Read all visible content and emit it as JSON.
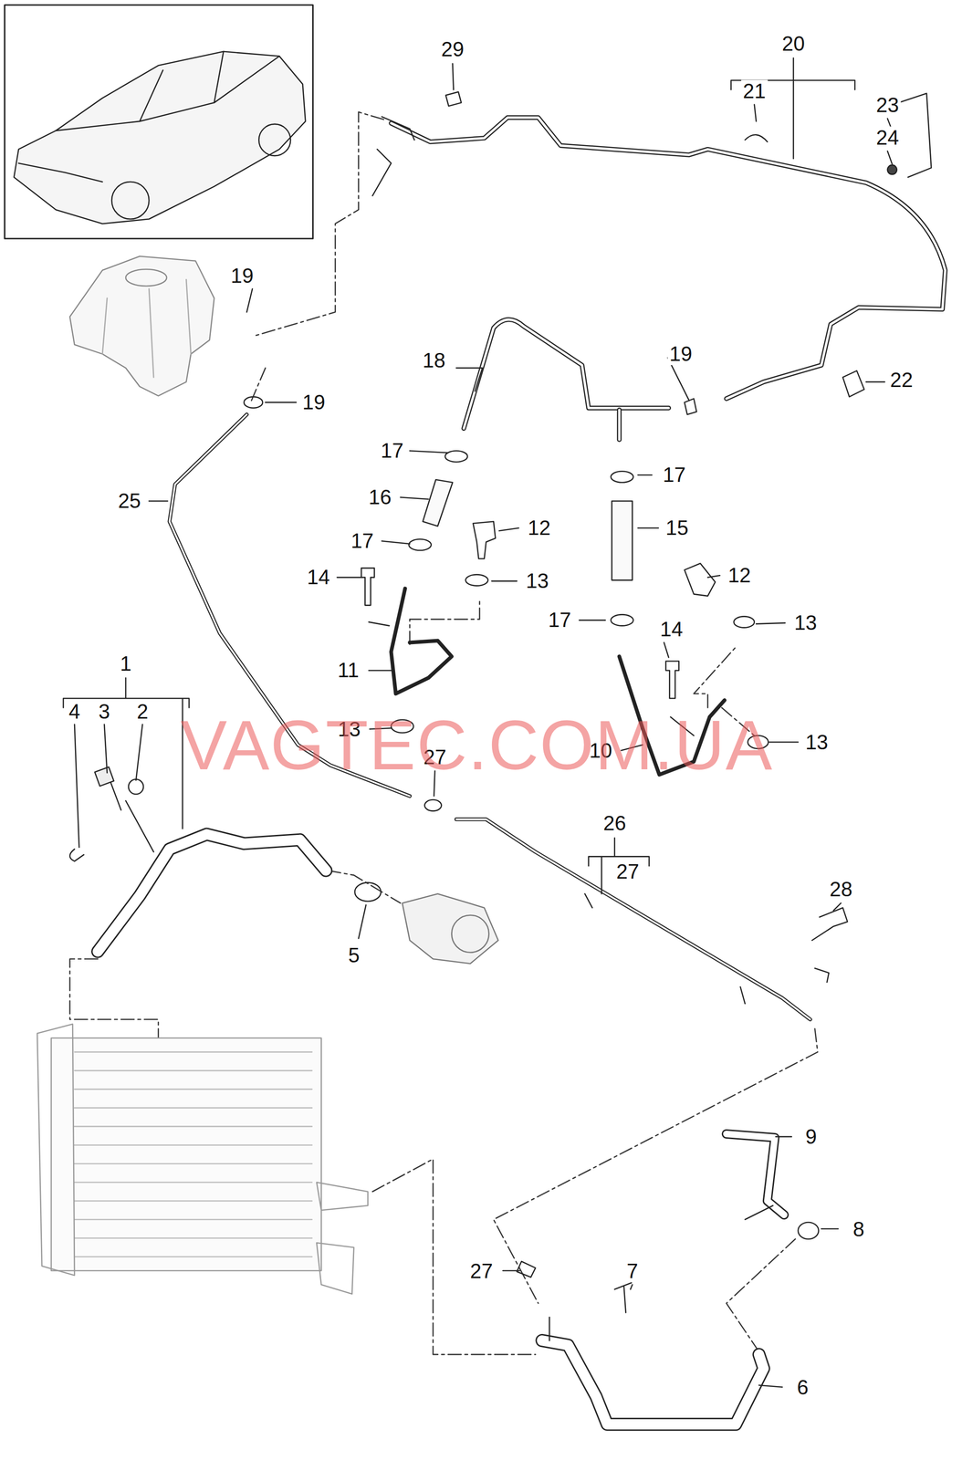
{
  "diagram": {
    "labels": [
      "29",
      "20",
      "21",
      "23",
      "24",
      "19",
      "19",
      "22",
      "18",
      "19",
      "17",
      "17",
      "16",
      "15",
      "12",
      "12",
      "13",
      "13",
      "25",
      "17",
      "17",
      "14",
      "14",
      "13",
      "13",
      "11",
      "10",
      "1",
      "4",
      "3",
      "2",
      "27",
      "VAGTEC.COM.UA",
      "26",
      "27",
      "28",
      "5",
      "9",
      "8",
      "27",
      "7",
      "6"
    ]
  }
}
